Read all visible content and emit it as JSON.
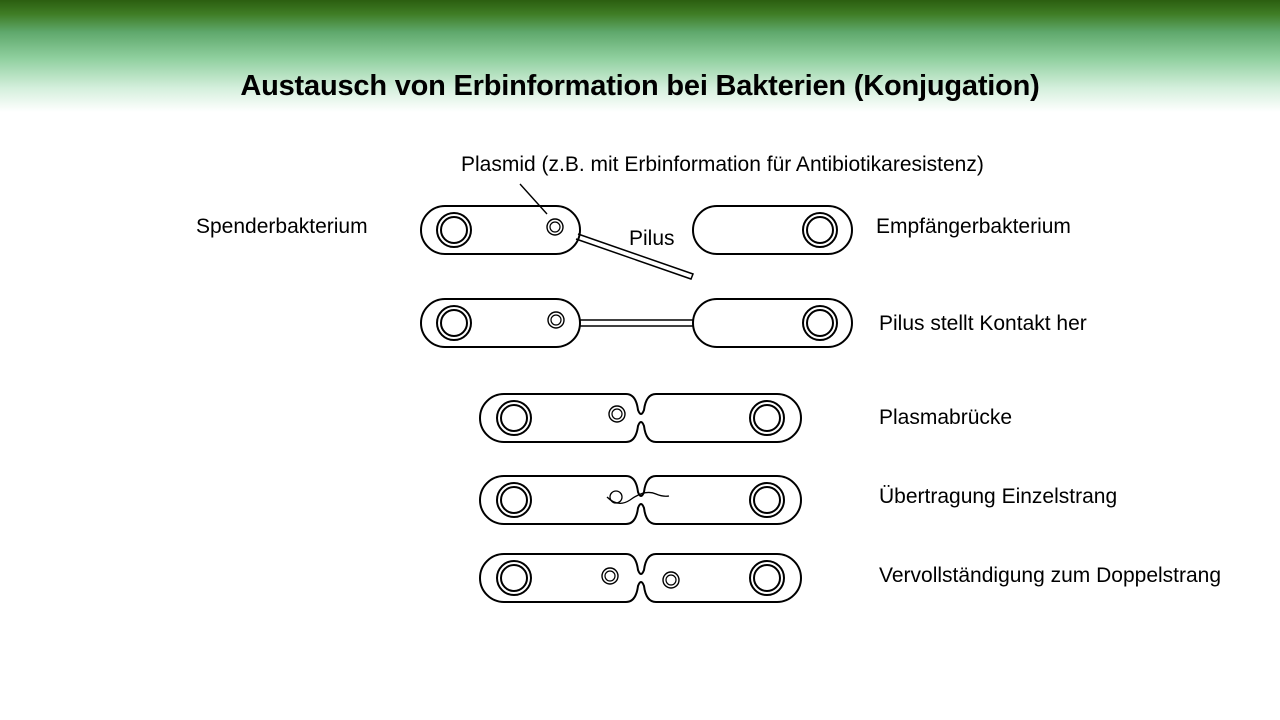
{
  "slide": {
    "title": "Austausch von Erbinformation bei Bakterien (Konjugation)",
    "colors": {
      "header_dark": "#2b5e10",
      "header_light": "#8fcf9e",
      "line": "#000000"
    }
  },
  "diagram": {
    "labels": {
      "plasmid": "Plasmid (z.B. mit Erbinformation für Antibiotikaresistenz)",
      "donor": "Spenderbakterium",
      "recipient": "Empfängerbakterium",
      "pilus": "Pilus"
    },
    "stages": [
      {
        "label": "Pilus stellt Kontakt her"
      },
      {
        "label": "Plasmabrücke"
      },
      {
        "label": "Übertragung Einzelstrang"
      },
      {
        "label": "Vervollständigung zum Doppelstrang"
      }
    ]
  }
}
